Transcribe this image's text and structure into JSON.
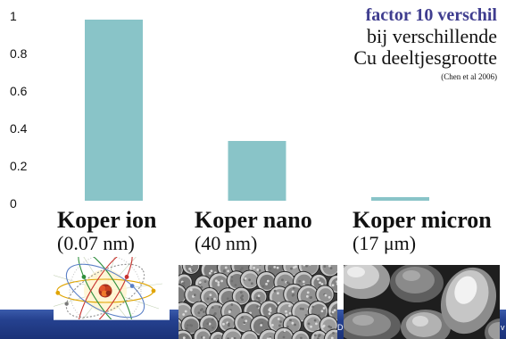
{
  "chart_data": {
    "type": "bar",
    "categories": [
      "Koper ion",
      "Koper nano",
      "Koper micron"
    ],
    "category_sublabels": [
      "(0.07 nm)",
      "(40 nm)",
      "(17 μm)"
    ],
    "values": [
      1,
      0.33,
      0.02
    ],
    "ylim": [
      0,
      1
    ],
    "yticks": [
      0,
      0.2,
      0.4,
      0.6,
      0.8,
      1
    ],
    "ytick_labels": [
      "0",
      "0.2",
      "0.4",
      "0.6",
      "0.8",
      "1"
    ],
    "grid": false,
    "annotation": {
      "headline": "factor 10 verschil",
      "lines": [
        "bij verschillende",
        "Cu deeltjesgrootte"
      ],
      "citation": "(Chen et al 2006)"
    },
    "colors": {
      "bar": "#89c4c8",
      "headline": "#3f3d8f"
    }
  },
  "footer": {
    "fragments": [
      "Di",
      "v"
    ]
  }
}
